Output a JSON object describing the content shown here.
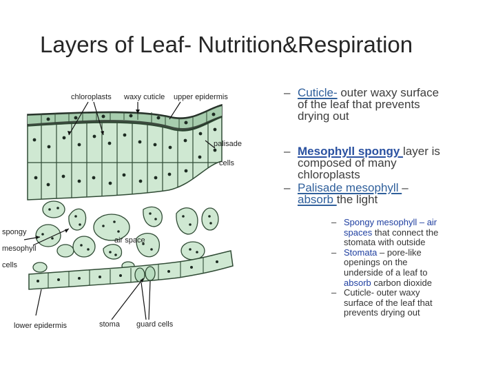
{
  "title": "Layers of Leaf- Nutrition&Respiration",
  "diagram": {
    "labels": {
      "chloroplasts": "chloroplasts",
      "waxy_cuticle": "waxy cuticle",
      "upper_epidermis": "upper epidermis",
      "palisade_line1": "palisade",
      "palisade_line2": "cells",
      "spongy_line1": "spongy",
      "spongy_line2": "mesophyll",
      "spongy_line3": "cells",
      "air_space": "air space",
      "lower_epidermis": "lower epidermis",
      "stoma": "stoma",
      "guard_cells": "guard cells"
    }
  },
  "bullets": {
    "b1_term": "Cuticle-",
    "b1_rest_1": " outer waxy surface",
    "b1_rest_2": "of the leaf  that prevents",
    "b1_rest_3": "drying out",
    "b2_term": "Mesophyll spongy ",
    "b2_rest_1": "layer is",
    "b2_rest_2": "composed of many",
    "b2_rest_3": "chloroplasts",
    "b3_term": "Palisade mesophyll ",
    "b3_rest_1": "–",
    "b3_term2": "absorb ",
    "b3_rest_2": "the light"
  },
  "sub_bullets": {
    "s1_a": "Spongy mesophyll – ",
    "s1_b": "air",
    "s1_c": "spaces",
    "s1_d": " that connect the",
    "s1_e": "stomata with outside",
    "s2_a": "Stomata",
    "s2_b": " – pore-like",
    "s2_c": "openings on the",
    "s2_d": "underside of a leaf to",
    "s2_e": "absorb",
    "s2_f": " carbon dioxide",
    "s3_a": "Cuticle- outer waxy",
    "s3_b": "surface of the leaf  that",
    "s3_c": "prevents drying out"
  },
  "colors": {
    "cell_fill": "#cfe8d2",
    "cell_stroke": "#2f4a34",
    "chloroplast": "#1d2b22",
    "blue_text": "#1f3fa0"
  }
}
